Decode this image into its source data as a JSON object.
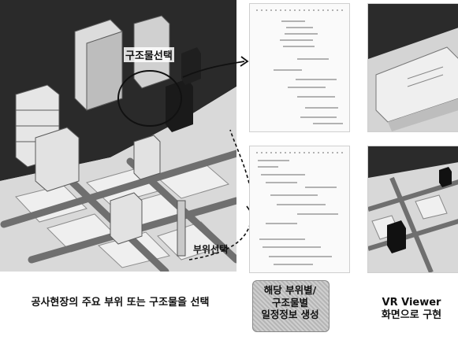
{
  "labels": {
    "structure_select": "구조물선택",
    "part_select": "부위선택"
  },
  "captions": {
    "left": "공사현장의 주요 부위 또는 구조물을 선택",
    "middle_line1": "해당 부위별/",
    "middle_line2": "구조물별",
    "middle_line3": "일정정보 생성",
    "right_line1": "VR Viewer",
    "right_line2": "화면으로 구현"
  },
  "colors": {
    "dark_block": "#1a1a1a",
    "building_gray": "#9a9a9a",
    "grid_gray": "#cfcfcf"
  }
}
